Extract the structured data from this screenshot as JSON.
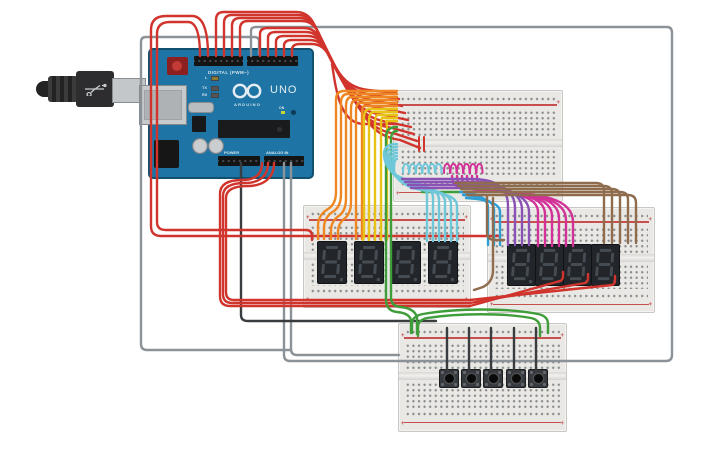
{
  "scene": {
    "description": "Arduino Uno driving eight 7-segment digits on two breadboards with a 5-pushbutton breadboard and a signal-distribution breadboard",
    "background": "#ffffff"
  },
  "arduino": {
    "digital_label": "DIGITAL (PWM~)",
    "brand": "ARDUINO",
    "model": "UNO",
    "power_label": "POWER",
    "analog_label": "ANALOG IN",
    "on_label": "ON",
    "led_l": "L",
    "led_tx": "TX",
    "led_rx": "RX",
    "board_color": "#1e74a4"
  },
  "breadboard": {
    "plus": "+"
  },
  "breadboards": [
    {
      "id": "junction",
      "role": "segment signal distribution"
    },
    {
      "id": "display-left",
      "role": "digits 1-4"
    },
    {
      "id": "display-right",
      "role": "digits 5-8"
    },
    {
      "id": "buttons",
      "role": "pushbutton inputs"
    }
  ],
  "displays": {
    "count": 8,
    "per_board": 4,
    "shown_value": "8."
  },
  "push_buttons": {
    "count": 5
  },
  "usb_cable": {
    "type": "USB plug"
  },
  "wire_colors": {
    "red": "#d0342c",
    "orange": "#ee8722",
    "yellow": "#e9c216",
    "green": "#3f9d3a",
    "cyan": "#6fc7da",
    "blue": "#2d9fd3",
    "purple": "#8a52b4",
    "magenta": "#d23297",
    "brown": "#8f6c4e",
    "gray": "#8b9298",
    "black": "#3a3d40"
  }
}
